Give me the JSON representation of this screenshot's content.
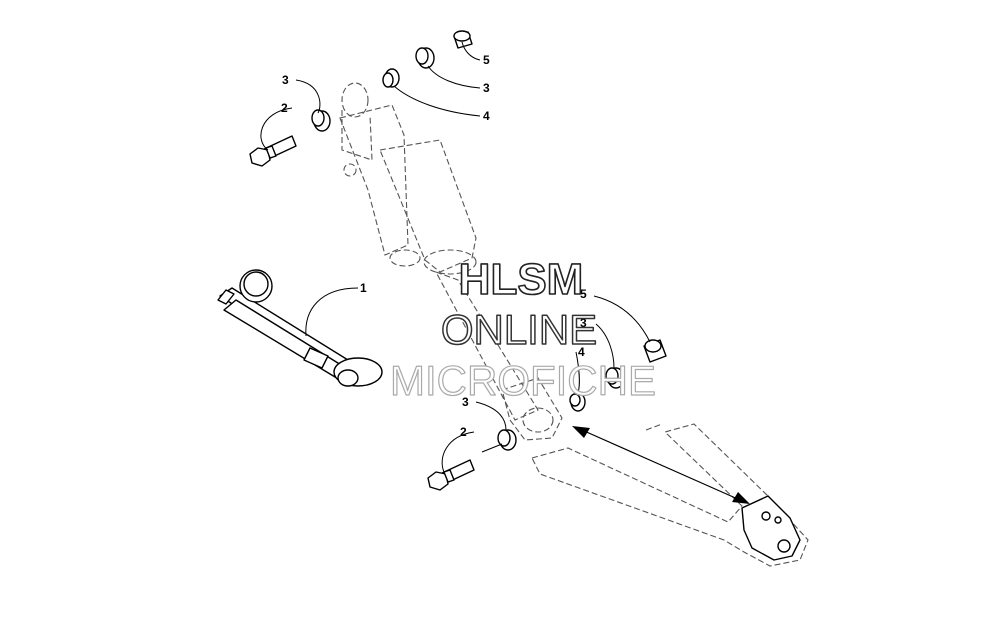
{
  "diagram": {
    "callouts": {
      "top_washer_left": "3",
      "top_bolt": "2",
      "top_cap": "5",
      "top_washer_right": "3",
      "top_bushing": "4",
      "gauge_tool": "1",
      "bottom_cap": "5",
      "bottom_washer_right": "3",
      "bottom_bushing": "4",
      "bottom_washer_left": "3",
      "bottom_bolt": "2"
    },
    "watermark": {
      "line1": "HLSM",
      "line2": "ONLINE",
      "line3": "MICROFICHE"
    }
  }
}
